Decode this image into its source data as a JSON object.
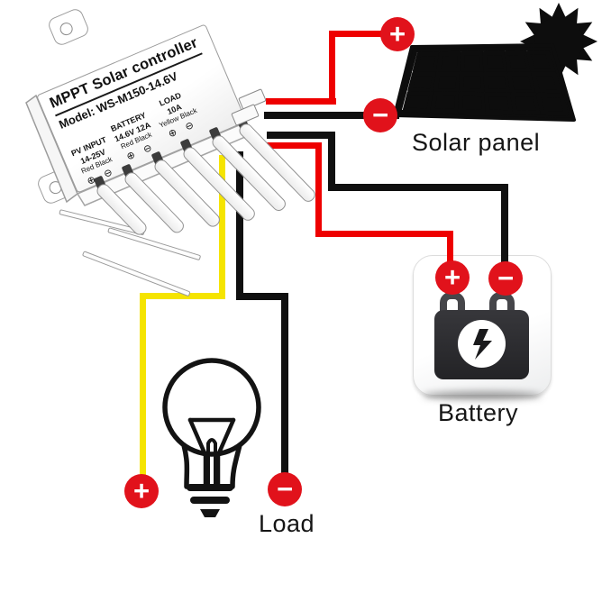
{
  "controller": {
    "title": "MPPT Solar controller",
    "model": "Model: WS-M150-14.6V",
    "columns": [
      {
        "name": "PV INPUT",
        "rating": "14-25V",
        "wires": "Red Black",
        "terminals": "⊕ ⊖"
      },
      {
        "name": "BATTERY",
        "rating": "14.6V 12A",
        "wires": "Red Black",
        "terminals": "⊕ ⊖"
      },
      {
        "name": "LOAD",
        "rating": "10A",
        "wires": "Yellow Black",
        "terminals": "⊕ ⊖"
      }
    ]
  },
  "labels": {
    "solar_panel": "Solar panel",
    "battery": "Battery",
    "load": "Load"
  },
  "symbols": {
    "plus": "+",
    "minus": "−"
  },
  "colors": {
    "wire_red": "#ee0000",
    "wire_black": "#101010",
    "wire_yellow": "#f5e400",
    "terminal_red": "#e1121b",
    "ink": "#0d0d0d"
  }
}
